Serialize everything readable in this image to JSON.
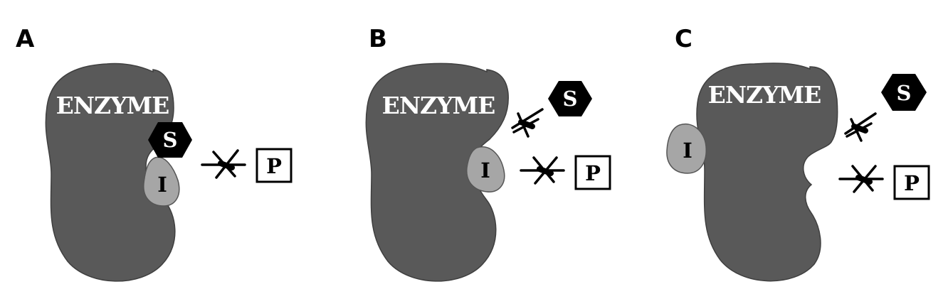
{
  "panels": [
    {
      "letter": "A",
      "enzyme": "ENZYME",
      "substrate": "S",
      "inhibitor": "I",
      "product": "P"
    },
    {
      "letter": "B",
      "enzyme": "ENZYME",
      "substrate": "S",
      "inhibitor": "I",
      "product": "P"
    },
    {
      "letter": "C",
      "enzyme": "ENZYME",
      "substrate": "S",
      "inhibitor": "I",
      "product": "P"
    }
  ],
  "colors": {
    "enzyme": "#595959",
    "inhibitor": "#a6a6a6",
    "substrate": "#000000",
    "product_box": "#ffffff",
    "blocked_arrow": "#000000"
  },
  "icons": [
    "blocked-reaction-arrow-icon"
  ]
}
